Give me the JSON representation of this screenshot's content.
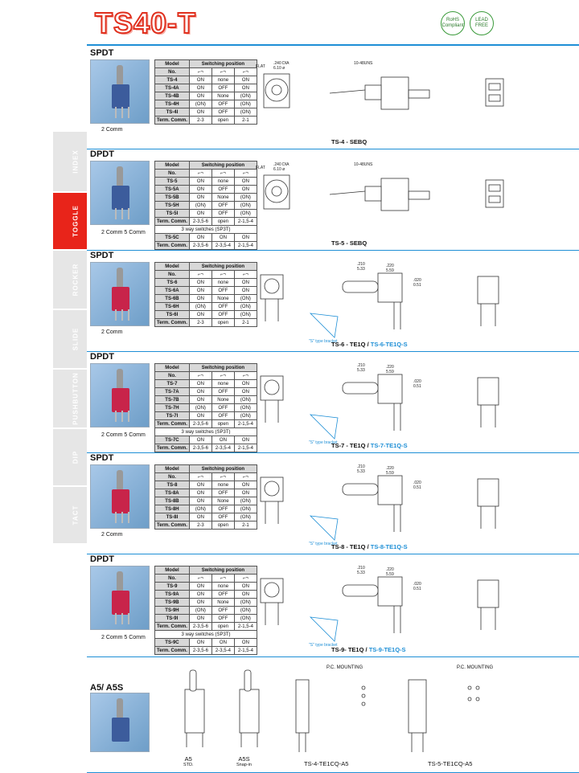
{
  "title": "TS40-T",
  "logos": {
    "rohs": "RoHS Compliant",
    "lead": "LEAD FREE"
  },
  "sidebar": [
    "INDEX",
    "TOGGLE",
    "ROCKER",
    "SLIDE",
    "PUSHBUTTON",
    "DIP",
    "TACT"
  ],
  "headers": {
    "model": "Model",
    "no": "No.",
    "pos": "Switching position",
    "term": "Term. Comm."
  },
  "sections": [
    {
      "label": "SPDT",
      "caption": "TS-4 - SEBQ",
      "caption_s": "",
      "schem": "2 Comm",
      "rows": [
        [
          "TS-4",
          "ON",
          "none",
          "ON"
        ],
        [
          "TS-4A",
          "ON",
          "OFF",
          "ON"
        ],
        [
          "TS-4B",
          "ON",
          "None",
          "(ON)"
        ],
        [
          "TS-4H",
          "(ON)",
          "OFF",
          "(ON)"
        ],
        [
          "TS-4I",
          "ON",
          "OFF",
          "(ON)"
        ]
      ],
      "term": [
        "2-3",
        "open",
        "2-1"
      ],
      "extra": null
    },
    {
      "label": "DPDT",
      "caption": "TS-5 - SEBQ",
      "caption_s": "",
      "schem": "2 Comm  5 Comm",
      "rows": [
        [
          "TS-5",
          "ON",
          "none",
          "ON"
        ],
        [
          "TS-5A",
          "ON",
          "OFF",
          "ON"
        ],
        [
          "TS-5B",
          "ON",
          "None",
          "(ON)"
        ],
        [
          "TS-5H",
          "(ON)",
          "OFF",
          "(ON)"
        ],
        [
          "TS-5I",
          "ON",
          "OFF",
          "(ON)"
        ]
      ],
      "term": [
        "2-3,5-6",
        "open",
        "2-1,5-4"
      ],
      "extra": {
        "note": "3 way switches (SP3T)",
        "row": [
          "TS-5C",
          "ON",
          "ON",
          "ON"
        ],
        "term": [
          "2-3,5-6",
          "2-3,5-4",
          "2-1,5-4"
        ]
      }
    },
    {
      "label": "SPDT",
      "caption": "TS-6 - TE1Q  /",
      "caption_s": "TS-6-TE1Q-S",
      "schem": "2 Comm",
      "rows": [
        [
          "TS-6",
          "ON",
          "none",
          "ON"
        ],
        [
          "TS-6A",
          "ON",
          "OFF",
          "ON"
        ],
        [
          "TS-6B",
          "ON",
          "None",
          "(ON)"
        ],
        [
          "TS-6H",
          "(ON)",
          "OFF",
          "(ON)"
        ],
        [
          "TS-6I",
          "ON",
          "OFF",
          "(ON)"
        ]
      ],
      "term": [
        "2-3",
        "open",
        "2-1"
      ],
      "extra": null
    },
    {
      "label": "DPDT",
      "caption": "TS-7 - TE1Q  /",
      "caption_s": "TS-7-TE1Q-S",
      "schem": "2 Comm  5 Comm",
      "rows": [
        [
          "TS-7",
          "ON",
          "none",
          "ON"
        ],
        [
          "TS-7A",
          "ON",
          "OFF",
          "ON"
        ],
        [
          "TS-7B",
          "ON",
          "None",
          "(ON)"
        ],
        [
          "TS-7H",
          "(ON)",
          "OFF",
          "(ON)"
        ],
        [
          "TS-7I",
          "ON",
          "OFF",
          "(ON)"
        ]
      ],
      "term": [
        "2-3,5-6",
        "open",
        "2-1,5-4"
      ],
      "extra": {
        "note": "3 way switches (SP3T)",
        "row": [
          "TS-7C",
          "ON",
          "ON",
          "ON"
        ],
        "term": [
          "2-3,5-6",
          "2-3,5-4",
          "2-1,5-4"
        ]
      }
    },
    {
      "label": "SPDT",
      "caption": "TS-8 - TE1Q  /",
      "caption_s": "TS-8-TE1Q-S",
      "schem": "2 Comm",
      "rows": [
        [
          "TS-8",
          "ON",
          "none",
          "ON"
        ],
        [
          "TS-8A",
          "ON",
          "OFF",
          "ON"
        ],
        [
          "TS-8B",
          "ON",
          "None",
          "(ON)"
        ],
        [
          "TS-8H",
          "(ON)",
          "OFF",
          "(ON)"
        ],
        [
          "TS-8I",
          "ON",
          "OFF",
          "(ON)"
        ]
      ],
      "term": [
        "2-3",
        "open",
        "2-1"
      ],
      "extra": null
    },
    {
      "label": "DPDT",
      "caption": "TS-9- TE1Q  /",
      "caption_s": "TS-9-TE1Q-S",
      "schem": "2 Comm  5 Comm",
      "rows": [
        [
          "TS-9",
          "ON",
          "none",
          "ON"
        ],
        [
          "TS-9A",
          "ON",
          "OFF",
          "ON"
        ],
        [
          "TS-9B",
          "ON",
          "None",
          "(ON)"
        ],
        [
          "TS-9H",
          "(ON)",
          "OFF",
          "(ON)"
        ],
        [
          "TS-9I",
          "ON",
          "OFF",
          "(ON)"
        ]
      ],
      "term": [
        "2-3,5-6",
        "open",
        "2-1,5-4"
      ],
      "extra": {
        "note": "3 way switches (SP3T)",
        "row": [
          "TS-9C",
          "ON",
          "ON",
          "ON"
        ],
        "term": [
          "2-3,5-6",
          "2-3,5-4",
          "2-1,5-4"
        ]
      }
    }
  ],
  "dims": {
    "d240": ".240 DIA",
    "d6": "6.10 ø",
    "flat": "FLAT",
    "thread": "10-48UNS",
    "bracket": "\"S\" type bracket",
    "d210": ".210",
    "d533": "5.33",
    "d220": ".220",
    "d559": "5.59",
    "d020": ".020",
    "d051": "0.51"
  },
  "bottom": {
    "label": "A5/ A5S",
    "a5": "A5",
    "a5sub": "STD.",
    "a5s": "A5S",
    "a5ssub": "Snap-in",
    "c1": "TS-4-TE1CQ-A5",
    "c2": "TS-5-TE1CQ-A5",
    "pcm": "P.C. MOUNTING"
  }
}
